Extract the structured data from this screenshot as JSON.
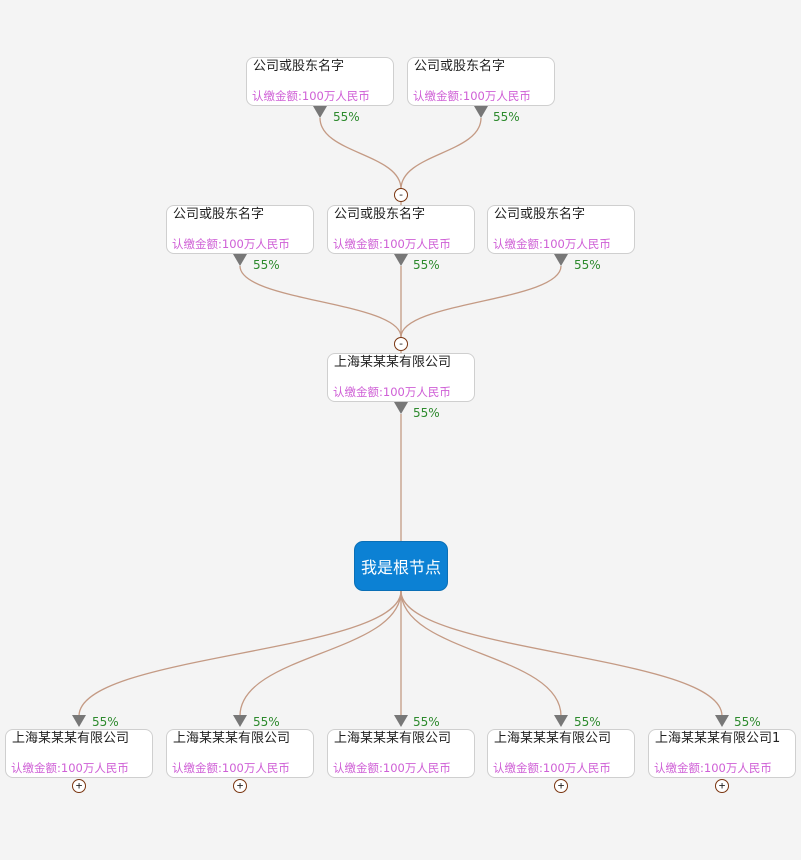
{
  "colors": {
    "edge": "#c49a84",
    "arrow": "#777777",
    "percent": "#2d8a2d",
    "amount": "#cf5fd6",
    "root_bg": "#0c81d4"
  },
  "root": {
    "label": "我是根节点"
  },
  "shareholders_level2": [
    {
      "name": "公司或股东名字",
      "amount": "认缴金额:100万人民币",
      "percent": "55%"
    },
    {
      "name": "公司或股东名字",
      "amount": "认缴金额:100万人民币",
      "percent": "55%"
    }
  ],
  "shareholders_level1": [
    {
      "name": "公司或股东名字",
      "amount": "认缴金额:100万人民币",
      "percent": "55%"
    },
    {
      "name": "公司或股东名字",
      "amount": "认缴金额:100万人民币",
      "percent": "55%"
    },
    {
      "name": "公司或股东名字",
      "amount": "认缴金额:100万人民币",
      "percent": "55%"
    }
  ],
  "parent": {
    "name": "上海某某某有限公司",
    "amount": "认缴金额:100万人民币",
    "percent": "55%"
  },
  "subsidiaries": [
    {
      "name": "上海某某某有限公司",
      "amount": "认缴金额:100万人民币",
      "percent": "55%",
      "toggle": "+"
    },
    {
      "name": "上海某某某有限公司",
      "amount": "认缴金额:100万人民币",
      "percent": "55%",
      "toggle": "+"
    },
    {
      "name": "上海某某某有限公司",
      "amount": "认缴金额:100万人民币",
      "percent": "55%",
      "toggle": ""
    },
    {
      "name": "上海某某某有限公司",
      "amount": "认缴金额:100万人民币",
      "percent": "55%",
      "toggle": "+"
    },
    {
      "name": "上海某某某有限公司1",
      "name_overflow": "1",
      "amount": "认缴金额:100万人民币",
      "percent": "55%",
      "toggle": "+"
    }
  ],
  "toggles": {
    "level2_group": "-",
    "level1_group": "-"
  }
}
